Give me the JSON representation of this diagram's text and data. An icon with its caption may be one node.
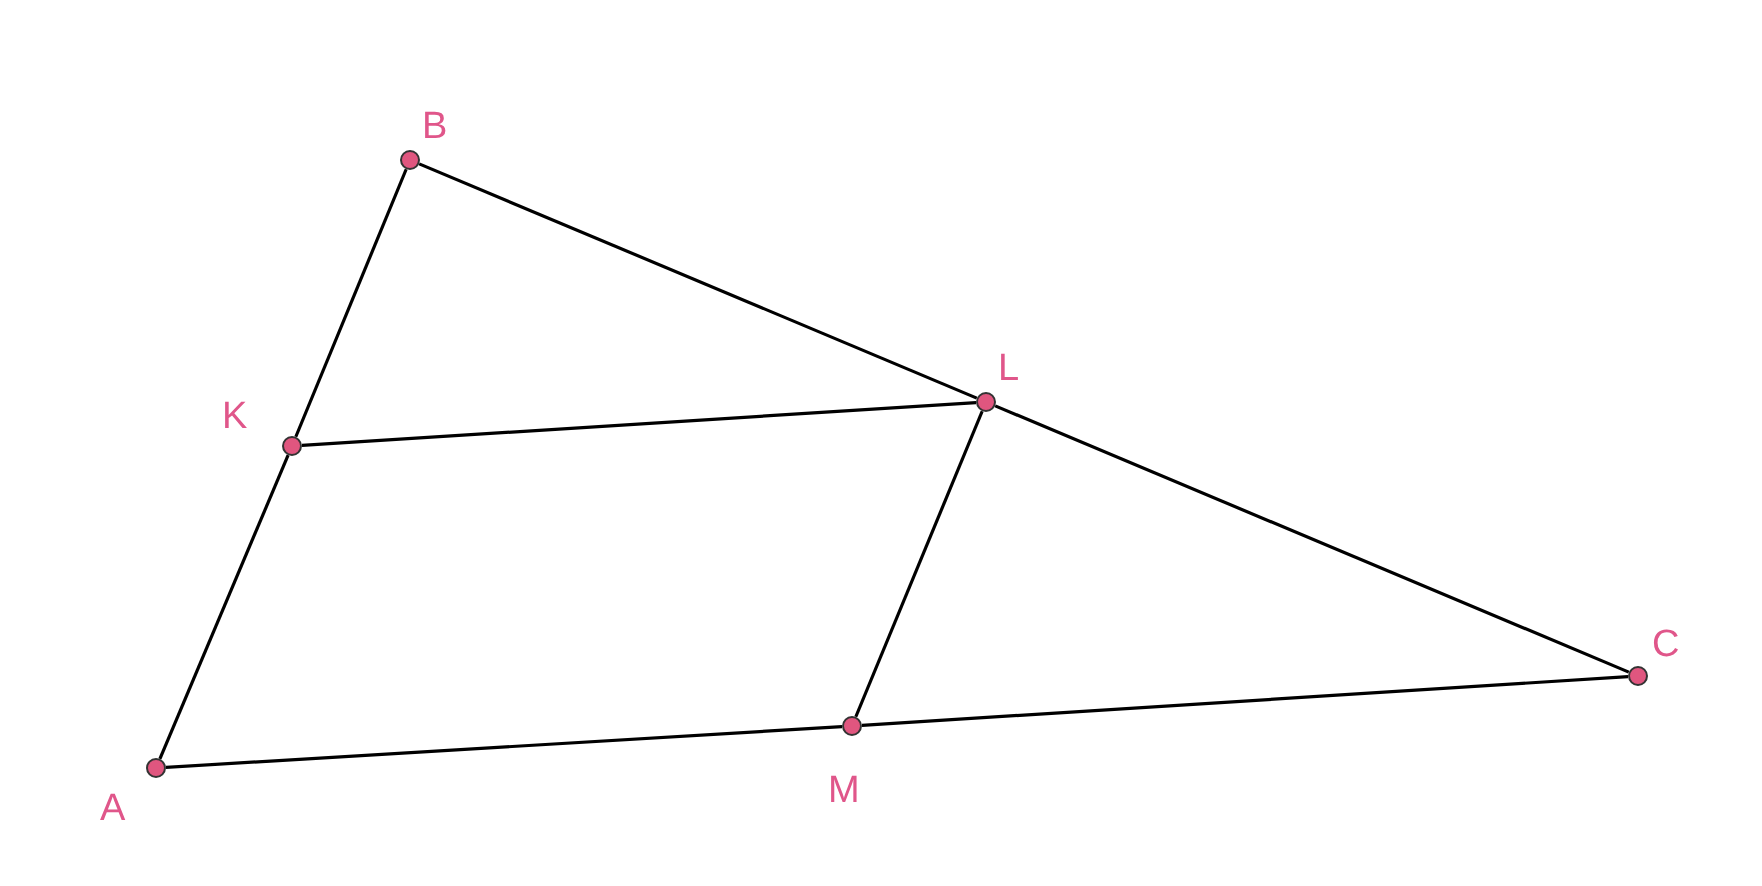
{
  "diagram": {
    "nodes": [
      {
        "text": [],
        "shape": "circle",
        "beside": [
          "A"
        ]
      },
      {
        "text": [],
        "shape": "circle",
        "beside": [
          "K"
        ]
      },
      {
        "text": [],
        "shape": "circle",
        "beside": [
          "B"
        ]
      },
      {
        "text": [],
        "shape": "circle",
        "beside": [
          "M"
        ]
      },
      {
        "text": [],
        "shape": "circle",
        "beside": [
          "L"
        ]
      },
      {
        "text": [],
        "shape": "circle",
        "beside": [
          "C"
        ]
      }
    ],
    "edges": [
      {
        "from": 0,
        "to": 1,
        "arrow": "none"
      },
      {
        "from": 1,
        "to": 2,
        "arrow": "none"
      },
      {
        "from": 2,
        "to": 4,
        "arrow": "none"
      },
      {
        "from": 4,
        "to": 5,
        "arrow": "none"
      },
      {
        "from": 0,
        "to": 3,
        "arrow": "none"
      },
      {
        "from": 3,
        "to": 5,
        "arrow": "none"
      },
      {
        "from": 1,
        "to": 4,
        "arrow": "none"
      },
      {
        "from": 3,
        "to": 4,
        "arrow": "none"
      }
    ]
  }
}
